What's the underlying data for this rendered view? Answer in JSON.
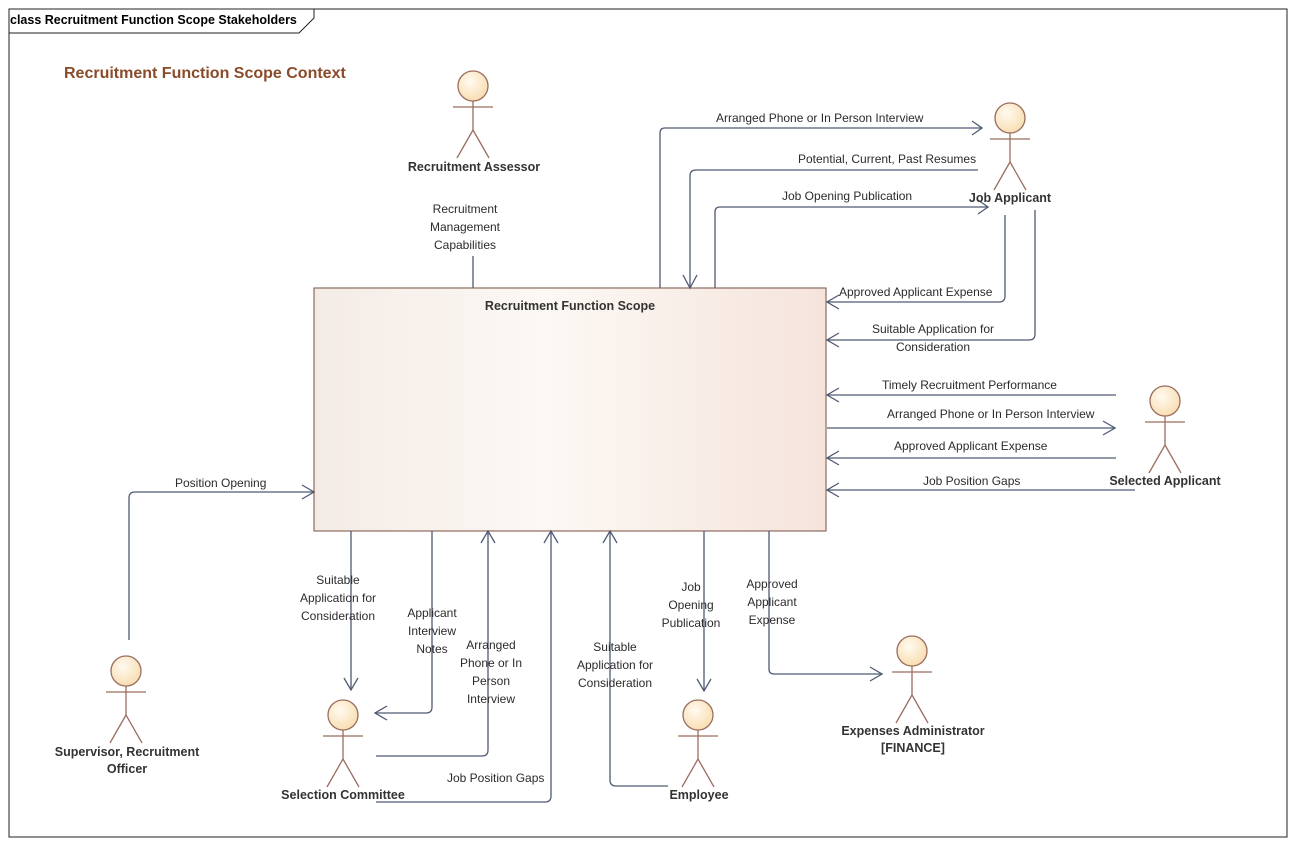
{
  "frame": {
    "title": "class Recruitment Function Scope Stakeholders"
  },
  "context_title": "Recruitment Function Scope Context",
  "scope_box": {
    "title": "Recruitment Function Scope"
  },
  "actors": {
    "recruitment_assessor": "Recruitment Assessor",
    "job_applicant": "Job Applicant",
    "selected_applicant": "Selected Applicant",
    "supervisor": "Supervisor, Recruitment\nOfficer",
    "selection_committee": "Selection Committee",
    "employee": "Employee",
    "expenses_admin": "Expenses Administrator\n[FINANCE]"
  },
  "flows": {
    "assessor_capabilities": "Recruitment\nManagement\nCapabilities",
    "ja_interview": "Arranged Phone or In Person Interview",
    "ja_resumes": "Potential, Current, Past Resumes",
    "ja_publication": "Job Opening Publication",
    "ja_expense": "Approved Applicant Expense",
    "ja_suitable": "Suitable Application for\nConsideration",
    "sa_timely": "Timely Recruitment Performance",
    "sa_interview": "Arranged Phone or In Person Interview",
    "sa_expense": "Approved Applicant Expense",
    "sa_gaps": "Job Position Gaps",
    "sup_position": "Position Opening",
    "sc_suitable": "Suitable\nApplication for\nConsideration",
    "sc_notes": "Applicant\nInterview\nNotes",
    "sc_interview": "Arranged\nPhone or In\nPerson\nInterview",
    "sc_gaps": "Job Position Gaps",
    "emp_suitable": "Suitable\nApplication for\nConsideration",
    "emp_publication": "Job\nOpening\nPublication",
    "ea_expense": "Approved\nApplicant\nExpense"
  },
  "colors": {
    "actor_fill": "#fbe6c2",
    "actor_stroke": "#9a6e5e",
    "line": "#4f5a73",
    "box_fill_left": "#f3e8e2",
    "box_fill_right": "#f6e7e1",
    "box_stroke": "#8c6b5e",
    "title_brown": "#8a4b2a"
  }
}
